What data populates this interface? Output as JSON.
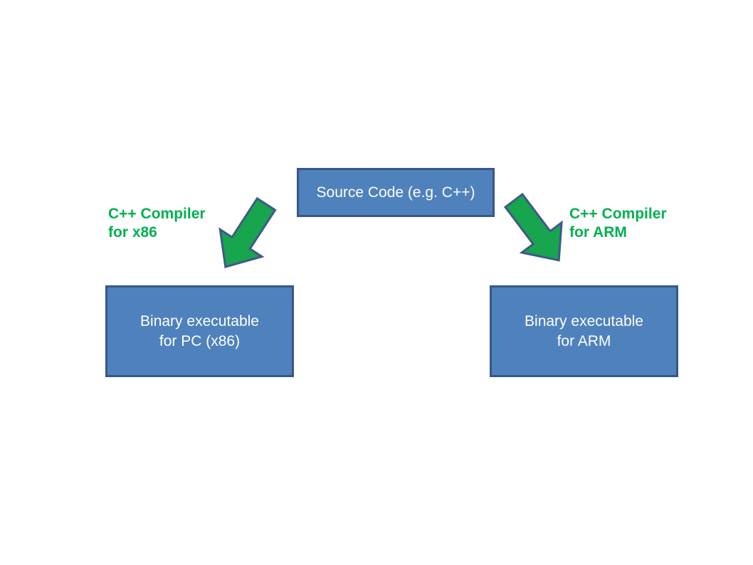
{
  "diagram": {
    "source_node": {
      "label": "Source Code (e.g. C++)"
    },
    "compilers": {
      "x86": {
        "label_line1": "C++ Compiler",
        "label_line2": "for x86",
        "arrow_direction": "down-left"
      },
      "arm": {
        "label_line1": "C++ Compiler",
        "label_line2": "for ARM",
        "arrow_direction": "down-right"
      }
    },
    "outputs": {
      "x86": {
        "label_line1": "Binary executable",
        "label_line2": "for PC (x86)"
      },
      "arm": {
        "label_line1": "Binary executable",
        "label_line2": "for ARM"
      }
    },
    "colors": {
      "box_fill": "#4f81bd",
      "box_border": "#36578a",
      "box_text": "#ffffff",
      "label_green": "#00b050",
      "arrow_fill": "#17a54e",
      "arrow_stroke": "#41588c",
      "background": "#ffffff"
    }
  }
}
